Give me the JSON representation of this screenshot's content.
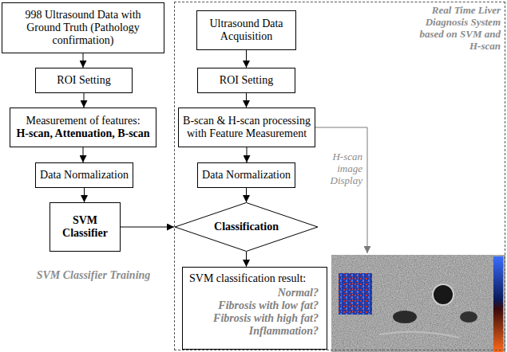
{
  "diagram": {
    "nodes": [
      {
        "text": [
          "998 Ultrasound Data with Ground Truth (Pathology confirmation)"
        ]
      },
      {
        "text": [
          "ROI Setting"
        ]
      },
      {
        "text": [
          "Measurement of features:",
          "H-scan, Attenuation, B-scan"
        ]
      },
      {
        "text": [
          "Data Normalization"
        ]
      },
      {
        "text": [
          "SVM Classifier"
        ]
      },
      {
        "text": [
          "Real Time Liver Diagnosis System based on SVM and H-scan"
        ]
      },
      {
        "text": [
          "Ultrasound Data Acquisition"
        ],
        "in": 5
      },
      {
        "text": [
          "ROI Setting"
        ],
        "in": 5
      },
      {
        "text": [
          "B-scan & H-scan processing with Feature Measurement"
        ],
        "in": 5
      },
      {
        "text": [
          "Data Normalization"
        ],
        "in": 5
      },
      {
        "text": [
          "Classification"
        ],
        "in": 5
      },
      {
        "text": [
          "SVM classification result:",
          "Normal?",
          "Fibrosis with low fat?",
          "Fibrosis with high fat?",
          "Inflammation?"
        ],
        "in": 5
      }
    ],
    "edges": [
      {
        "from": 0,
        "to": 1,
        "arrow": "to"
      },
      {
        "from": 1,
        "to": 2,
        "arrow": "to"
      },
      {
        "from": 2,
        "to": 3,
        "arrow": "to"
      },
      {
        "from": 3,
        "to": 4,
        "arrow": "to"
      },
      {
        "from": 4,
        "to": 10,
        "arrow": "to"
      },
      {
        "from": 6,
        "to": 7,
        "arrow": "to"
      },
      {
        "from": 7,
        "to": 8,
        "arrow": "to"
      },
      {
        "from": 8,
        "to": 9,
        "arrow": "to"
      },
      {
        "from": 9,
        "to": 10,
        "arrow": "to"
      },
      {
        "from": 10,
        "to": 11,
        "arrow": "to"
      }
    ],
    "labels": [
      "SVM Classifier Training",
      "H-scan image Display"
    ]
  }
}
